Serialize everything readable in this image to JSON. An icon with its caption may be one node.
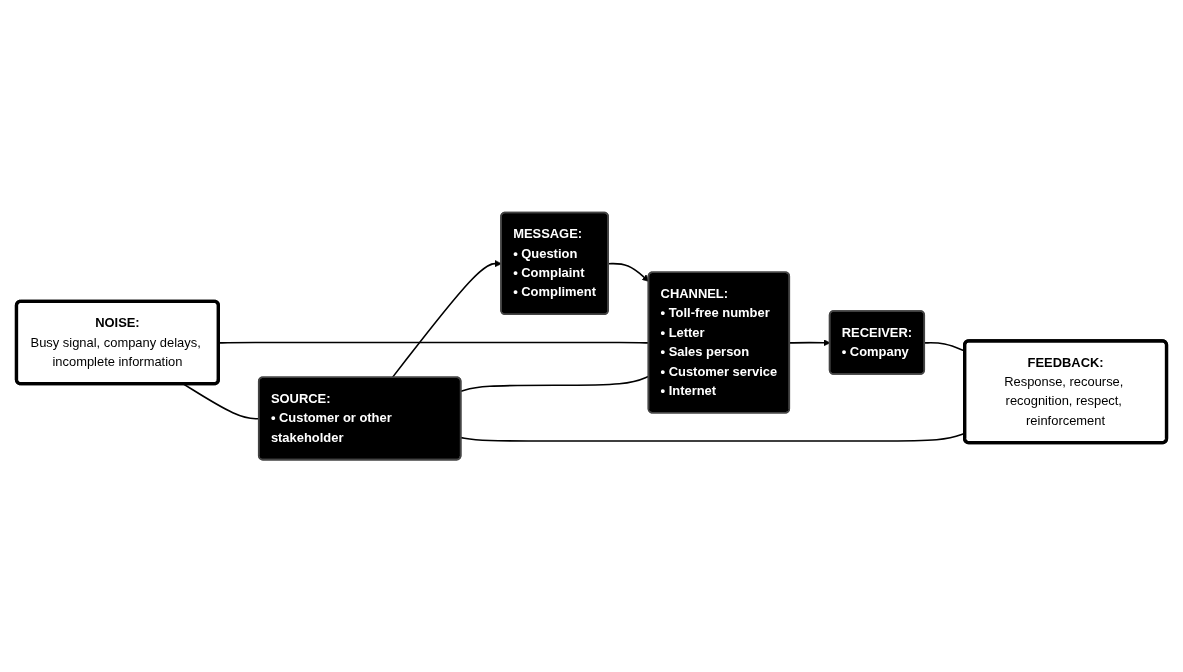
{
  "diagram": {
    "nodes": [
      {
        "text": [
          "NOISE:",
          "Busy signal, company delays, incomplete information"
        ]
      },
      {
        "text": [
          "SOURCE:",
          "• Customer or other stakeholder"
        ]
      },
      {
        "text": [
          "MESSAGE:",
          "• Question",
          "• Complaint",
          "• Compliment"
        ]
      },
      {
        "text": [
          "CHANNEL:",
          "• Toll-free number",
          "• Letter",
          "• Sales person",
          "• Customer service",
          "• Internet"
        ]
      },
      {
        "text": [
          "RECEIVER:",
          "• Company"
        ]
      },
      {
        "text": [
          "FEEDBACK:",
          "Response, recourse, recognition, respect, reinforcement"
        ]
      }
    ],
    "edges": [
      {
        "from": 1,
        "to": 2,
        "arrow": "to"
      },
      {
        "from": 2,
        "to": 3,
        "arrow": "to"
      },
      {
        "from": 3,
        "to": 4,
        "arrow": "to"
      },
      {
        "from": 0,
        "to": 1,
        "arrow": "none"
      },
      {
        "from": 0,
        "to": 3,
        "arrow": "none"
      },
      {
        "from": 1,
        "to": 3,
        "arrow": "none"
      },
      {
        "from": 4,
        "to": 5,
        "arrow": "none"
      },
      {
        "from": 5,
        "to": 1,
        "arrow": "none"
      }
    ]
  }
}
